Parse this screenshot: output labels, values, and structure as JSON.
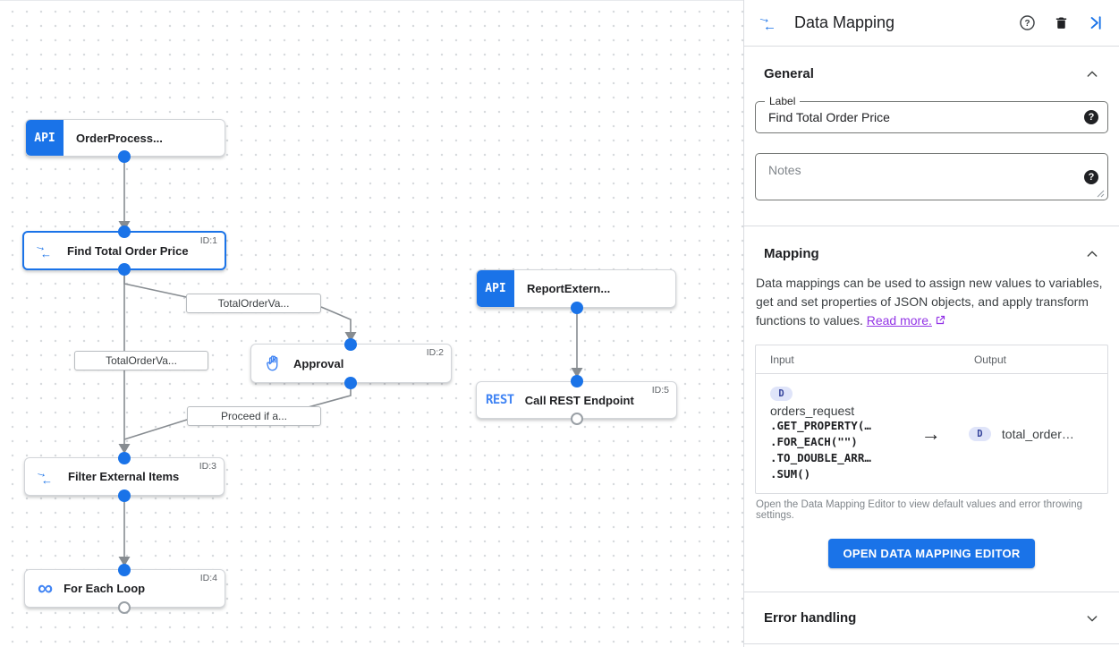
{
  "colors": {
    "accent_blue": "#1a73e8",
    "icon_blue": "#4285f4",
    "link_purple": "#9334e6",
    "edge_gray": "#878c91",
    "badge_bg": "#dfe4f9",
    "badge_text": "#36459c"
  },
  "icons": {
    "dm_arrow_right": "→",
    "dm_arrow_left": "←",
    "infinity": "∞",
    "help_mark": "?",
    "table_arrow": "→"
  },
  "canvas": {
    "nodes": {
      "order_process": {
        "label": "OrderProcess...",
        "chip": "API"
      },
      "find_total_order_price": {
        "label": "Find Total Order Price",
        "id_label": "ID:1"
      },
      "approval": {
        "label": "Approval",
        "id_label": "ID:2"
      },
      "report_extern": {
        "label": "ReportExtern...",
        "chip": "API"
      },
      "call_rest": {
        "label": "Call REST Endpoint",
        "id_label": "ID:5",
        "chip": "REST"
      },
      "filter_external_items": {
        "label": "Filter External Items",
        "id_label": "ID:3"
      },
      "for_each_loop": {
        "label": "For Each Loop",
        "id_label": "ID:4"
      }
    },
    "edge_labels": [
      "TotalOrderVa...",
      "TotalOrderVa...",
      "Proceed if a..."
    ]
  },
  "panel": {
    "title": "Data Mapping",
    "general": {
      "heading": "General"
    },
    "label_field": {
      "label": "Label",
      "value": "Find Total Order Price"
    },
    "notes_field": {
      "placeholder": "Notes"
    },
    "mapping": {
      "heading": "Mapping",
      "description": "Data mappings can be used to assign new values to variables, get and set properties of JSON objects, and apply transform functions to values.",
      "read_more": "Read more.",
      "table": {
        "input_header": "Input",
        "output_header": "Output",
        "input_badge": "D",
        "input_var": "orders_request",
        "input_code": [
          ".GET_PROPERTY(…",
          ".FOR_EACH(\"\")",
          ".TO_DOUBLE_ARR…",
          ".SUM()"
        ],
        "output_badge": "D",
        "output_var": "total_order…"
      },
      "footnote": "Open the Data Mapping Editor to view default values and error throwing settings.",
      "button": "OPEN DATA MAPPING EDITOR"
    },
    "error_handling": {
      "heading": "Error handling"
    }
  }
}
